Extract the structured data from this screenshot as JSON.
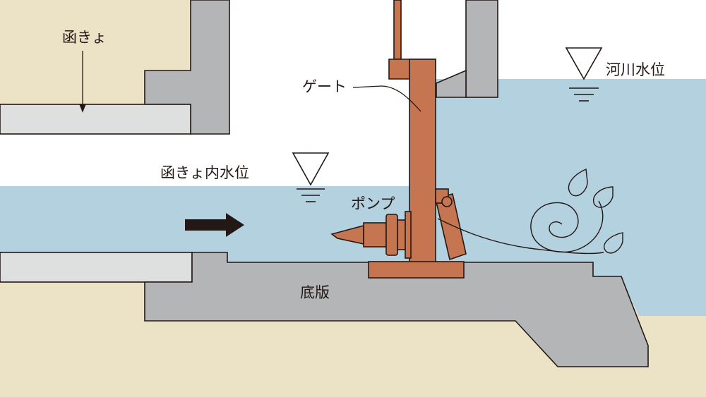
{
  "labels": {
    "culvert": "函きょ",
    "culvert_water_level": "函きょ内水位",
    "gate": "ゲート",
    "river_water_level": "河川水位",
    "pump": "ポンプ",
    "base_slab": "底版"
  },
  "colors": {
    "ground": "#ece3c6",
    "water": "#b3d1de",
    "concrete": "#b4b5b6",
    "concrete_light": "#dedfdf",
    "gate": "#c5754f",
    "outline": "#231815",
    "flow_arrow": "#231815"
  },
  "icons": [
    "water-level-triangle-icon",
    "flow-arrow-icon",
    "swirl-icon",
    "water-droplet-icon"
  ]
}
